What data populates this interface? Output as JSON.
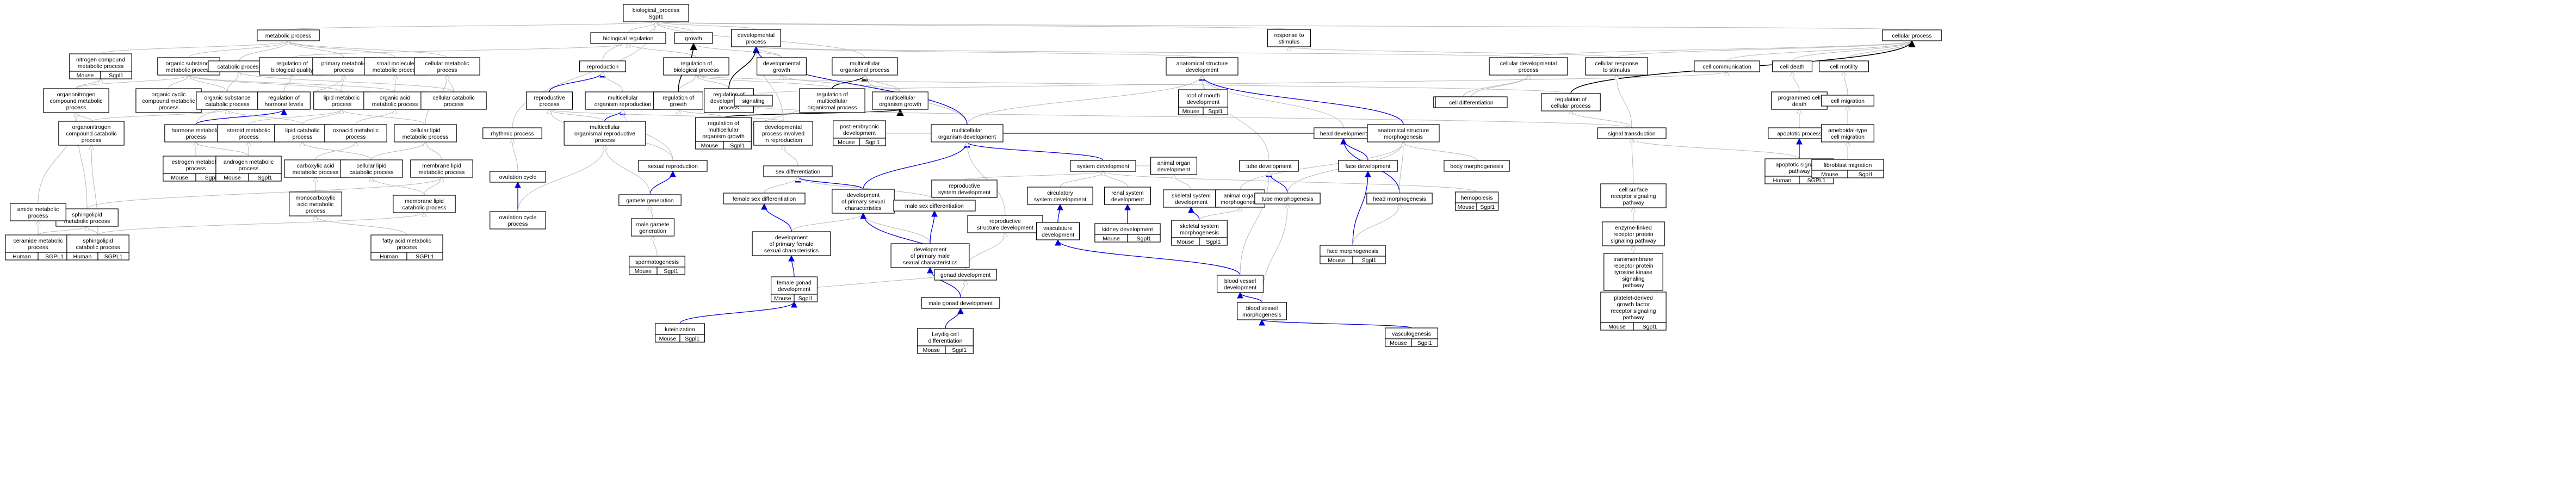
{
  "colors": {
    "mouse_cell": "#a9d3df",
    "human_cell": "#f03c2a",
    "isa_edge": "#b8b8b8",
    "partof_edge": "#0000d8",
    "regulates_edge": "#000000"
  },
  "annotation_labels": {
    "mouse": "Mouse",
    "human": "Human",
    "gene": "Sgpl1",
    "human_gene": "SGPL1"
  },
  "nodes": [
    {
      "id": "bp",
      "label": [
        "biological_process",
        "SgpI1"
      ]
    },
    {
      "id": "metab",
      "label": [
        "metabolic process"
      ]
    },
    {
      "id": "bioreg",
      "label": [
        "biological regulation"
      ]
    },
    {
      "id": "growth",
      "label": [
        "growth"
      ]
    },
    {
      "id": "devproc",
      "label": [
        "developmental",
        "process"
      ]
    },
    {
      "id": "respstim",
      "label": [
        "response to",
        "stimulus"
      ]
    },
    {
      "id": "cellproc",
      "label": [
        "cellular process"
      ]
    },
    {
      "id": "ncm",
      "label": [
        "nitrogen compound",
        "metabolic process"
      ],
      "ann": "mouse"
    },
    {
      "id": "osm",
      "label": [
        "organic substance",
        "metabolic process"
      ]
    },
    {
      "id": "catab",
      "label": [
        "catabolic process"
      ]
    },
    {
      "id": "regbq",
      "label": [
        "regulation of",
        "biological quality"
      ]
    },
    {
      "id": "primm",
      "label": [
        "primary metabolic",
        "process"
      ]
    },
    {
      "id": "smm",
      "label": [
        "small molecule",
        "metabolic process"
      ]
    },
    {
      "id": "cellm",
      "label": [
        "cellular metabolic",
        "process"
      ]
    },
    {
      "id": "repro",
      "label": [
        "reproduction"
      ]
    },
    {
      "id": "regbp",
      "label": [
        "regulation of",
        "biological process"
      ]
    },
    {
      "id": "devgrowth",
      "label": [
        "developmental",
        "growth"
      ]
    },
    {
      "id": "mop",
      "label": [
        "multicellular",
        "organismal process"
      ]
    },
    {
      "id": "asd",
      "label": [
        "anatomical structure",
        "development"
      ]
    },
    {
      "id": "celldevp",
      "label": [
        "cellular developmental",
        "process"
      ]
    },
    {
      "id": "cellresp",
      "label": [
        "cellular response",
        "to stimulus"
      ]
    },
    {
      "id": "cellcomm",
      "label": [
        "cell communication"
      ]
    },
    {
      "id": "celldeath",
      "label": [
        "cell death"
      ]
    },
    {
      "id": "cellmot",
      "label": [
        "cell motility"
      ]
    },
    {
      "id": "onm",
      "label": [
        "organonitrogen",
        "compound metabolic",
        "process"
      ]
    },
    {
      "id": "occm",
      "label": [
        "organic cyclic",
        "compound metabolic",
        "process"
      ]
    },
    {
      "id": "osc",
      "label": [
        "organic substance",
        "catabolic process"
      ]
    },
    {
      "id": "reghl",
      "label": [
        "regulation of",
        "hormone levels"
      ]
    },
    {
      "id": "lipm",
      "label": [
        "lipid metabolic",
        "process"
      ]
    },
    {
      "id": "oam",
      "label": [
        "organic acid",
        "metabolic process"
      ]
    },
    {
      "id": "ccat",
      "label": [
        "cellular catabolic",
        "process"
      ]
    },
    {
      "id": "reproproc",
      "label": [
        "reproductive",
        "process"
      ]
    },
    {
      "id": "mor",
      "label": [
        "multicellular",
        "organism reproduction"
      ]
    },
    {
      "id": "regg",
      "label": [
        "regulation of",
        "growth"
      ]
    },
    {
      "id": "regdp",
      "label": [
        "regulation of",
        "developmental",
        "process"
      ]
    },
    {
      "id": "regmop",
      "label": [
        "regulation of",
        "multicellular",
        "organismal process"
      ]
    },
    {
      "id": "mog",
      "label": [
        "multicellular",
        "organism growth"
      ]
    },
    {
      "id": "signaling",
      "label": [
        "signaling"
      ]
    },
    {
      "id": "rmd",
      "label": [
        "roof of mouth",
        "development"
      ],
      "ann": "mouse"
    },
    {
      "id": "celldev",
      "label": [
        "cell development"
      ]
    },
    {
      "id": "celldiff",
      "label": [
        "cell differentiation"
      ]
    },
    {
      "id": "regcp",
      "label": [
        "regulation of",
        "cellular process"
      ]
    },
    {
      "id": "pcd",
      "label": [
        "programmed cell",
        "death"
      ]
    },
    {
      "id": "cellmig",
      "label": [
        "cell migration"
      ]
    },
    {
      "id": "onc",
      "label": [
        "organonitrogen",
        "compound catabolic",
        "process"
      ]
    },
    {
      "id": "hmp",
      "label": [
        "hormone metabolic",
        "process"
      ]
    },
    {
      "id": "stm",
      "label": [
        "steroid metabolic",
        "process"
      ]
    },
    {
      "id": "lcp",
      "label": [
        "lipid catabolic",
        "process"
      ]
    },
    {
      "id": "ocm",
      "label": [
        "oxoacid metabolic",
        "process"
      ]
    },
    {
      "id": "clm",
      "label": [
        "cellular lipid",
        "metabolic process"
      ]
    },
    {
      "id": "rhy",
      "label": [
        "rhythmic process"
      ]
    },
    {
      "id": "morp",
      "label": [
        "multicellular",
        "organismal reproductive",
        "process"
      ]
    },
    {
      "id": "regmog",
      "label": [
        "regulation of",
        "multicellular",
        "organism growth"
      ],
      "ann": "mouse"
    },
    {
      "id": "dpir",
      "label": [
        "developmental",
        "process involved",
        "in reproduction"
      ]
    },
    {
      "id": "ped",
      "label": [
        "post-embryonic",
        "development"
      ],
      "ann": "mouse"
    },
    {
      "id": "mod",
      "label": [
        "multicellular",
        "organism development"
      ]
    },
    {
      "id": "headdev",
      "label": [
        "head development"
      ]
    },
    {
      "id": "asm",
      "label": [
        "anatomical structure",
        "morphogenesis"
      ]
    },
    {
      "id": "sigtrans",
      "label": [
        "signal transduction"
      ]
    },
    {
      "id": "apsp",
      "label": [
        "apoptotic process"
      ]
    },
    {
      "id": "fibmig",
      "label": [
        "ameboidal-type",
        "cell migration"
      ]
    },
    {
      "id": "estm",
      "label": [
        "estrogen metabolic",
        "process"
      ],
      "ann": "mouse"
    },
    {
      "id": "andm",
      "label": [
        "androgen metabolic",
        "process"
      ],
      "ann": "mouse"
    },
    {
      "id": "cam",
      "label": [
        "carboxylic acid",
        "metabolic process"
      ]
    },
    {
      "id": "clcp",
      "label": [
        "cellular lipid",
        "catabolic process"
      ]
    },
    {
      "id": "mlm",
      "label": [
        "membrane lipid",
        "metabolic process"
      ]
    },
    {
      "id": "sexrep",
      "label": [
        "sexual reproduction"
      ]
    },
    {
      "id": "ovc",
      "label": [
        "ovulation cycle"
      ]
    },
    {
      "id": "ovcp",
      "label": [
        "ovulation cycle",
        "process"
      ]
    },
    {
      "id": "gamgen",
      "label": [
        "gamete generation"
      ]
    },
    {
      "id": "sexdiff",
      "label": [
        "sex differentiation"
      ]
    },
    {
      "id": "sysdev",
      "label": [
        "system development"
      ]
    },
    {
      "id": "animorgdev",
      "label": [
        "animal organ",
        "development"
      ]
    },
    {
      "id": "tubedev",
      "label": [
        "tube development"
      ]
    },
    {
      "id": "facedev",
      "label": [
        "face development"
      ]
    },
    {
      "id": "bodymorph",
      "label": [
        "body morphogenesis"
      ]
    },
    {
      "id": "hemopoiesis",
      "label": [
        "hemopoiesis"
      ],
      "ann": "mouse"
    },
    {
      "id": "mcam",
      "label": [
        "monocarboxylic",
        "acid metabolic",
        "process"
      ]
    },
    {
      "id": "mlcp",
      "label": [
        "membrane lipid",
        "catabolic process"
      ]
    },
    {
      "id": "splm",
      "label": [
        "sphingolipid",
        "metabolic process"
      ]
    },
    {
      "id": "amide",
      "label": [
        "amide metabolic",
        "process"
      ]
    },
    {
      "id": "ceramide",
      "label": [
        "ceramide metabolic",
        "process"
      ],
      "ann": "human"
    },
    {
      "id": "splcp",
      "label": [
        "sphingolipid",
        "catabolic process"
      ],
      "ann": "human"
    },
    {
      "id": "fam",
      "label": [
        "fatty acid metabolic",
        "process"
      ],
      "ann": "human"
    },
    {
      "id": "malegam",
      "label": [
        "male gamete",
        "generation"
      ]
    },
    {
      "id": "sperm",
      "label": [
        "spermatogenesis"
      ],
      "ann": "mouse"
    },
    {
      "id": "femsex",
      "label": [
        "female sex differentiation"
      ]
    },
    {
      "id": "devsexchar",
      "label": [
        "development",
        "of primary sexual",
        "characteristics"
      ]
    },
    {
      "id": "devfemsex",
      "label": [
        "development",
        "of primary female",
        "sexual characteristics"
      ]
    },
    {
      "id": "malesex",
      "label": [
        "male sex differentiation"
      ]
    },
    {
      "id": "devmalesex",
      "label": [
        "development",
        "of primary male",
        "sexual characteristics"
      ]
    },
    {
      "id": "femgonad",
      "label": [
        "female gonad",
        "development"
      ],
      "ann": "mouse"
    },
    {
      "id": "gonaddev",
      "label": [
        "gonad development"
      ]
    },
    {
      "id": "malegonad",
      "label": [
        "male gonad development"
      ]
    },
    {
      "id": "luteinization",
      "label": [
        "luteinization"
      ],
      "ann": "mouse"
    },
    {
      "id": "leydig",
      "label": [
        "Leydig cell",
        "differentiation"
      ],
      "ann": "mouse"
    },
    {
      "id": "repsysdev",
      "label": [
        "reproductive",
        "system development"
      ]
    },
    {
      "id": "repstruct",
      "label": [
        "reproductive",
        "structure development"
      ]
    },
    {
      "id": "circsys",
      "label": [
        "circulatory",
        "system development"
      ]
    },
    {
      "id": "renal",
      "label": [
        "renal system",
        "development"
      ]
    },
    {
      "id": "vasc",
      "label": [
        "vasculature",
        "development"
      ]
    },
    {
      "id": "kidney",
      "label": [
        "kidney development"
      ],
      "ann": "mouse"
    },
    {
      "id": "skelsys",
      "label": [
        "skeletal system",
        "development"
      ]
    },
    {
      "id": "animorgmorph",
      "label": [
        "animal organ",
        "morphogenesis"
      ]
    },
    {
      "id": "skelmorph",
      "label": [
        "skeletal system",
        "morphogenesis"
      ],
      "ann": "mouse"
    },
    {
      "id": "tubemorph",
      "label": [
        "tube morphogenesis"
      ]
    },
    {
      "id": "headmorph",
      "label": [
        "head morphogenesis"
      ]
    },
    {
      "id": "facemorph",
      "label": [
        "face morphogenesis"
      ],
      "ann": "mouse"
    },
    {
      "id": "bvdev",
      "label": [
        "blood vessel",
        "development"
      ]
    },
    {
      "id": "bvmorph",
      "label": [
        "blood vessel",
        "morphogenesis"
      ]
    },
    {
      "id": "vasculogenesis",
      "label": [
        "vasculogenesis"
      ],
      "ann": "mouse"
    },
    {
      "id": "csrsp",
      "label": [
        "cell surface",
        "receptor signaling",
        "pathway"
      ]
    },
    {
      "id": "apsigp",
      "label": [
        "apoptotic signaling",
        "pathway"
      ],
      "ann": "human"
    },
    {
      "id": "fibromig",
      "label": [
        "fibroblast migration"
      ],
      "ann": "mouse"
    },
    {
      "id": "erps",
      "label": [
        "enzyme-linked",
        "receptor protein",
        "signaling pathway"
      ]
    },
    {
      "id": "trptk",
      "label": [
        "transmembrane",
        "receptor protein",
        "tyrosine kinase",
        "signaling",
        "pathway"
      ]
    },
    {
      "id": "pdgf",
      "label": [
        "platelet-derived",
        "growth factor",
        "receptor signaling",
        "pathway"
      ],
      "ann": "mouse"
    }
  ]
}
